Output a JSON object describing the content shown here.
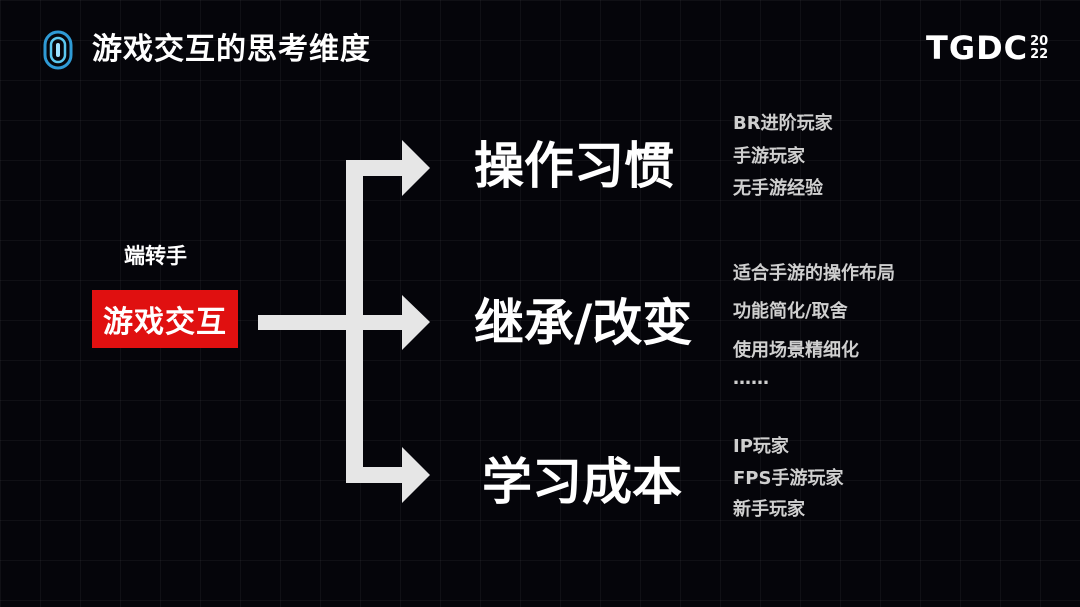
{
  "header": {
    "title": "游戏交互的思考维度",
    "brand": "TGDC",
    "brand_year_top": "20",
    "brand_year_bottom": "22"
  },
  "source": {
    "subtitle": "端转手",
    "badge": "游戏交互",
    "badge_color": "#e01010"
  },
  "branches": [
    {
      "label": "操作习惯",
      "details": [
        "BR进阶玩家",
        "手游玩家",
        "无手游经验"
      ]
    },
    {
      "label": "继承/改变",
      "details": [
        "适合手游的操作布局",
        "功能简化/取舍",
        "使用场景精细化",
        "……"
      ]
    },
    {
      "label": "学习成本",
      "details": [
        "IP玩家",
        "FPS手游玩家",
        "新手玩家"
      ]
    }
  ],
  "colors": {
    "background": "#05050a",
    "arrow": "#e6e6e6",
    "detail_text": "#cfcfcf"
  }
}
